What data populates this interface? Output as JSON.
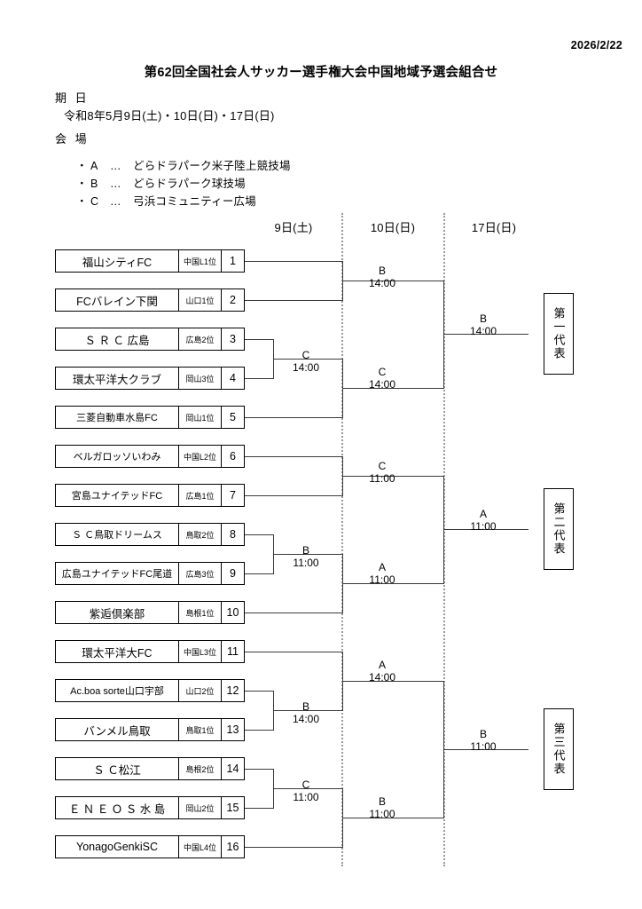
{
  "document": {
    "date": "2026/2/22",
    "title": "第62回全国社会人サッカー選手権大会中国地域予選会組合せ",
    "period_label": "期 日",
    "period_value": "令和8年5月9日(土)・10日(日)・17日(日)",
    "venue_label": "会 場"
  },
  "venues": [
    {
      "bullet": "・",
      "key": "A",
      "dots": "…",
      "name": "どらドラパーク米子陸上競技場"
    },
    {
      "bullet": "・",
      "key": "B",
      "dots": "…",
      "name": "どらドラパーク球技場"
    },
    {
      "bullet": "・",
      "key": "C",
      "dots": "…",
      "name": "弓浜コミュニティー広場"
    }
  ],
  "date_headers": [
    {
      "label": "9日(土)"
    },
    {
      "label": "10日(日)"
    },
    {
      "label": "17日(日)"
    }
  ],
  "teams": [
    {
      "seed": "1",
      "name": "福山シティFC",
      "qual": "中国L1位"
    },
    {
      "seed": "2",
      "name": "FCバレイン下関",
      "qual": "山口1位"
    },
    {
      "seed": "3",
      "name": "Ｓ Ｒ Ｃ 広島",
      "qual": "広島2位"
    },
    {
      "seed": "4",
      "name": "環太平洋大クラブ",
      "qual": "岡山3位"
    },
    {
      "seed": "5",
      "name": "三菱自動車水島FC",
      "qual": "岡山1位"
    },
    {
      "seed": "6",
      "name": "ベルガロッソいわみ",
      "qual": "中国L2位"
    },
    {
      "seed": "7",
      "name": "宮島ユナイテッドFC",
      "qual": "広島1位"
    },
    {
      "seed": "8",
      "name": "Ｓ Ｃ鳥取ドリームス",
      "qual": "鳥取2位"
    },
    {
      "seed": "9",
      "name": "広島ユナイテッドFC尾道",
      "qual": "広島3位"
    },
    {
      "seed": "10",
      "name": "紫逅倶楽部",
      "qual": "島根1位"
    },
    {
      "seed": "11",
      "name": "環太平洋大FC",
      "qual": "中国L3位"
    },
    {
      "seed": "12",
      "name": "Ac.boa  sorte山口宇部",
      "qual": "山口2位"
    },
    {
      "seed": "13",
      "name": "バンメル鳥取",
      "qual": "鳥取1位"
    },
    {
      "seed": "14",
      "name": "Ｓ Ｃ松江",
      "qual": "島根2位"
    },
    {
      "seed": "15",
      "name": "Ｅ Ｎ Ｅ Ｏ Ｓ 水 島",
      "qual": "岡山2位"
    },
    {
      "seed": "16",
      "name": "YonagoGenkiSC",
      "qual": "中国L4位"
    }
  ],
  "matches": {
    "r1_3v4": {
      "venue": "C",
      "time": "14:00"
    },
    "r1_8v9": {
      "venue": "B",
      "time": "11:00"
    },
    "r1_12v13": {
      "venue": "B",
      "time": "14:00"
    },
    "r1_14v15": {
      "venue": "C",
      "time": "11:00"
    },
    "r2_1v2": {
      "venue": "B",
      "time": "14:00"
    },
    "r2_34v5": {
      "venue": "C",
      "time": "14:00"
    },
    "r2_6v7": {
      "venue": "C",
      "time": "11:00"
    },
    "r2_89v10": {
      "venue": "A",
      "time": "11:00"
    },
    "r2_11v1213": {
      "venue": "A",
      "time": "14:00"
    },
    "r2_1415v16": {
      "venue": "B",
      "time": "11:00"
    },
    "r3_top": {
      "venue": "B",
      "time": "14:00"
    },
    "r3_middle": {
      "venue": "A",
      "time": "11:00"
    },
    "r3_bottom": {
      "venue": "B",
      "time": "11:00"
    }
  },
  "representatives": [
    {
      "label": "第一代表"
    },
    {
      "label": "第二代表"
    },
    {
      "label": "第三代表"
    }
  ]
}
